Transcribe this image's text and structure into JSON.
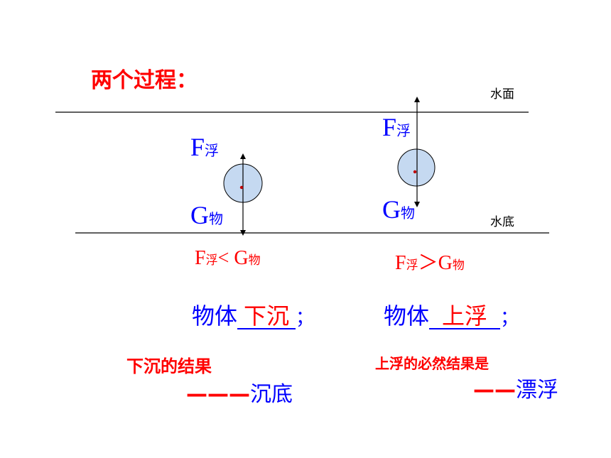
{
  "title": "两个过程：",
  "labels": {
    "water_surface": "水面",
    "water_bottom": "水底"
  },
  "forces": {
    "buoyancy": {
      "main": "F",
      "sub": "浮"
    },
    "gravity": {
      "main": "G",
      "sub": "物"
    }
  },
  "left": {
    "inequality_op": "< ",
    "state_prefix": "物体",
    "state_answer": "下沉",
    "state_suffix": "；",
    "result_title": "下沉的结果",
    "result_dash": "———",
    "result": "沉底"
  },
  "right": {
    "inequality_op": "＞",
    "state_prefix": "物体",
    "state_answer": "上浮",
    "state_suffix": "；",
    "result_title": "上浮的必然结果是",
    "result_dash": "——",
    "result": "漂浮"
  },
  "colors": {
    "ball_fill": "#c5d9f1",
    "ball_stroke": "#000000",
    "center_dot": "#c00000"
  }
}
